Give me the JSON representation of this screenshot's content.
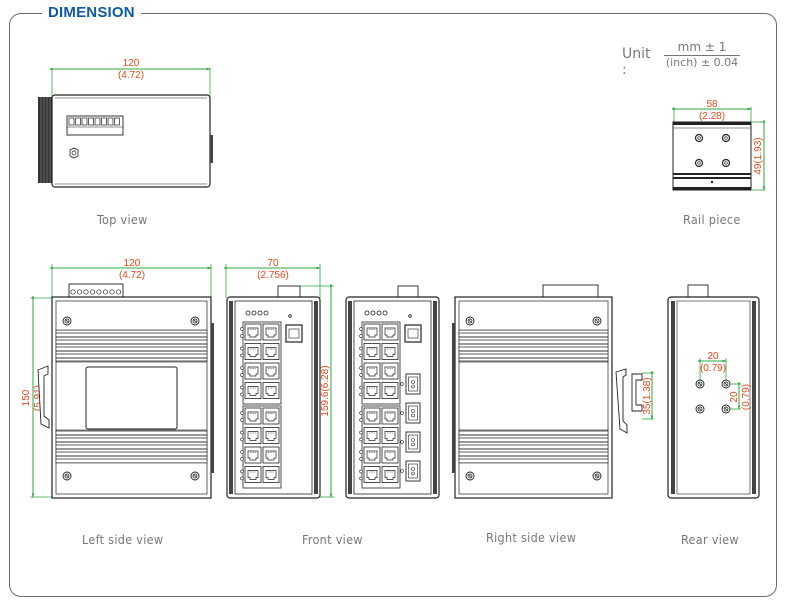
{
  "section_title": "DIMENSION",
  "unit": {
    "label": "Unit :",
    "numerator": "mm ± 1",
    "denominator": "(inch) ± 0.04"
  },
  "colors": {
    "title": "#0d5aa7",
    "dimension_text": "#e8471c",
    "dimension_line": "#2eaa3c",
    "outline": "#2b2b2b",
    "caption": "#777777"
  },
  "views": {
    "top": {
      "caption": "Top view",
      "width_mm": "120",
      "width_in": "(4.72)"
    },
    "rail": {
      "caption": "Rail piece",
      "width_mm": "58",
      "width_in": "(2.28)",
      "height": "49(1.93)"
    },
    "left": {
      "caption": "Left side view",
      "width_mm": "120",
      "width_in": "(4.72)",
      "height_mm": "150",
      "height_in": "(5.91)"
    },
    "front": {
      "caption": "Front view",
      "width_mm": "70",
      "width_in": "(2.756)",
      "height": "159.6(6.28)"
    },
    "right": {
      "caption": "Right side view",
      "rail_height": "35(1.38)"
    },
    "rear": {
      "caption": "Rear view",
      "h_spacing_mm": "20",
      "h_spacing_in": "(0.79)",
      "v_spacing_mm": "20",
      "v_spacing_in": "(0.79)"
    }
  }
}
